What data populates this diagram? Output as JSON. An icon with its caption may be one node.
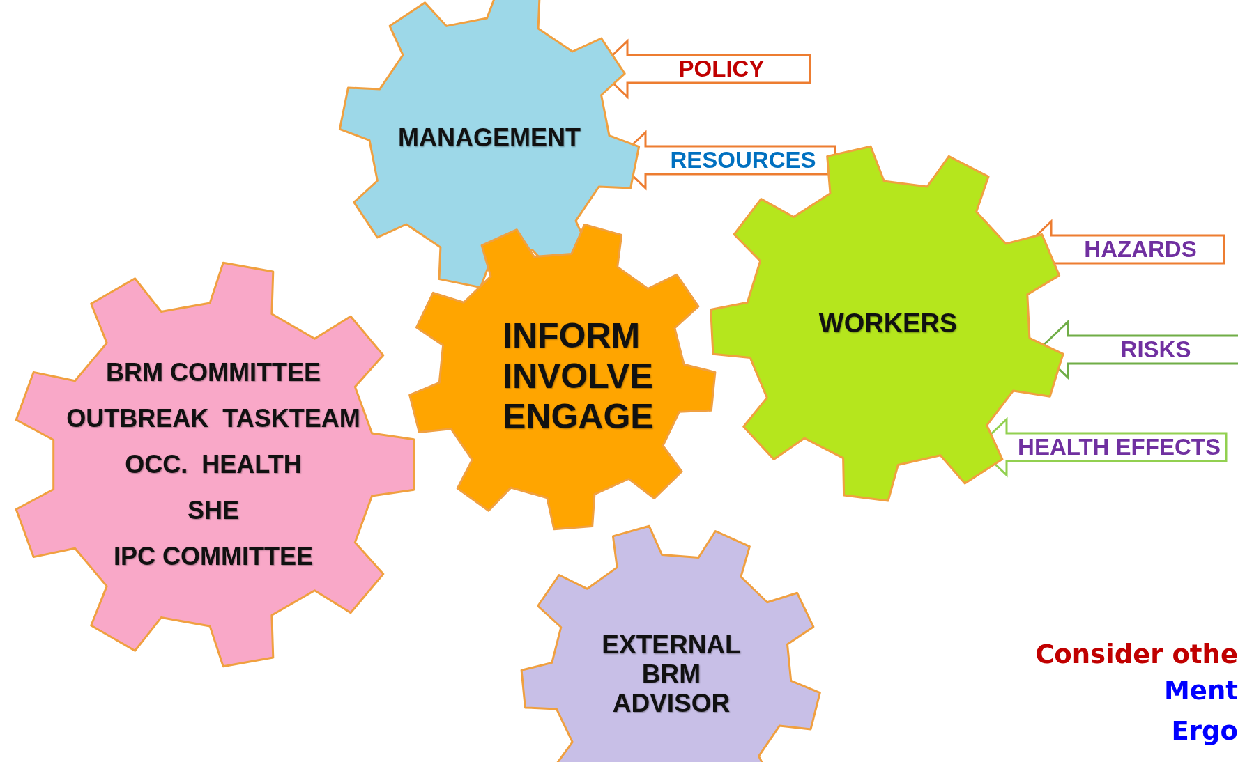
{
  "diagram": {
    "nodes": [
      {
        "text": [
          "MANAGEMENT"
        ]
      },
      {
        "text": [
          "INFORM INVOLVE ENGAGE"
        ]
      },
      {
        "text": [
          "WORKERS"
        ]
      },
      {
        "text": [
          "BRM COMMITTEE",
          "OUTBREAK  TASKTEAM",
          "OCC.  HEALTH",
          "SHE",
          "IPC COMMITTEE"
        ]
      },
      {
        "text": [
          "EXTERNAL BRM  ADVISOR"
        ]
      }
    ],
    "edges": [
      {
        "from": null,
        "to": 0,
        "arrow": "to",
        "label": "POLICY"
      },
      {
        "from": null,
        "to": 0,
        "arrow": "to",
        "label": "RESOURCES"
      },
      {
        "from": null,
        "to": 2,
        "arrow": "to",
        "label": "HAZARDS"
      },
      {
        "from": null,
        "to": 2,
        "arrow": "to",
        "label": "RISKS",
        "color": "#70ad47"
      },
      {
        "from": null,
        "to": 2,
        "arrow": "to",
        "label": "HEALTH EFFECTS",
        "color": "#92d050"
      }
    ],
    "labels": [
      "Consider othe",
      "Ment",
      "Ergo"
    ]
  }
}
